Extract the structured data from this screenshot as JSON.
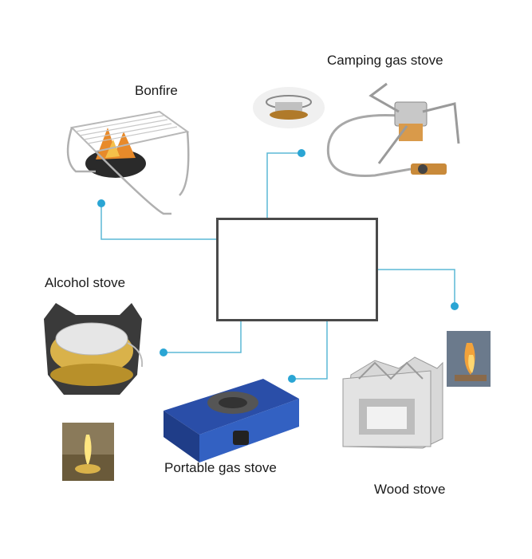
{
  "labels": {
    "bonfire": "Bonfire",
    "camping_gas_stove": "Camping gas stove",
    "alcohol_stove": "Alcohol stove",
    "portable_gas_stove": "Portable gas stove",
    "wood_stove": "Wood stove"
  },
  "colors": {
    "connector": "#5bb8d6",
    "dot": "#2aa5d4",
    "box_border": "#4a4a4a"
  },
  "icons": [
    "bonfire-grill-icon",
    "camping-gas-stove-icon",
    "alcohol-stove-icon",
    "portable-gas-stove-icon",
    "wood-stove-icon",
    "cookware-set-icon"
  ]
}
